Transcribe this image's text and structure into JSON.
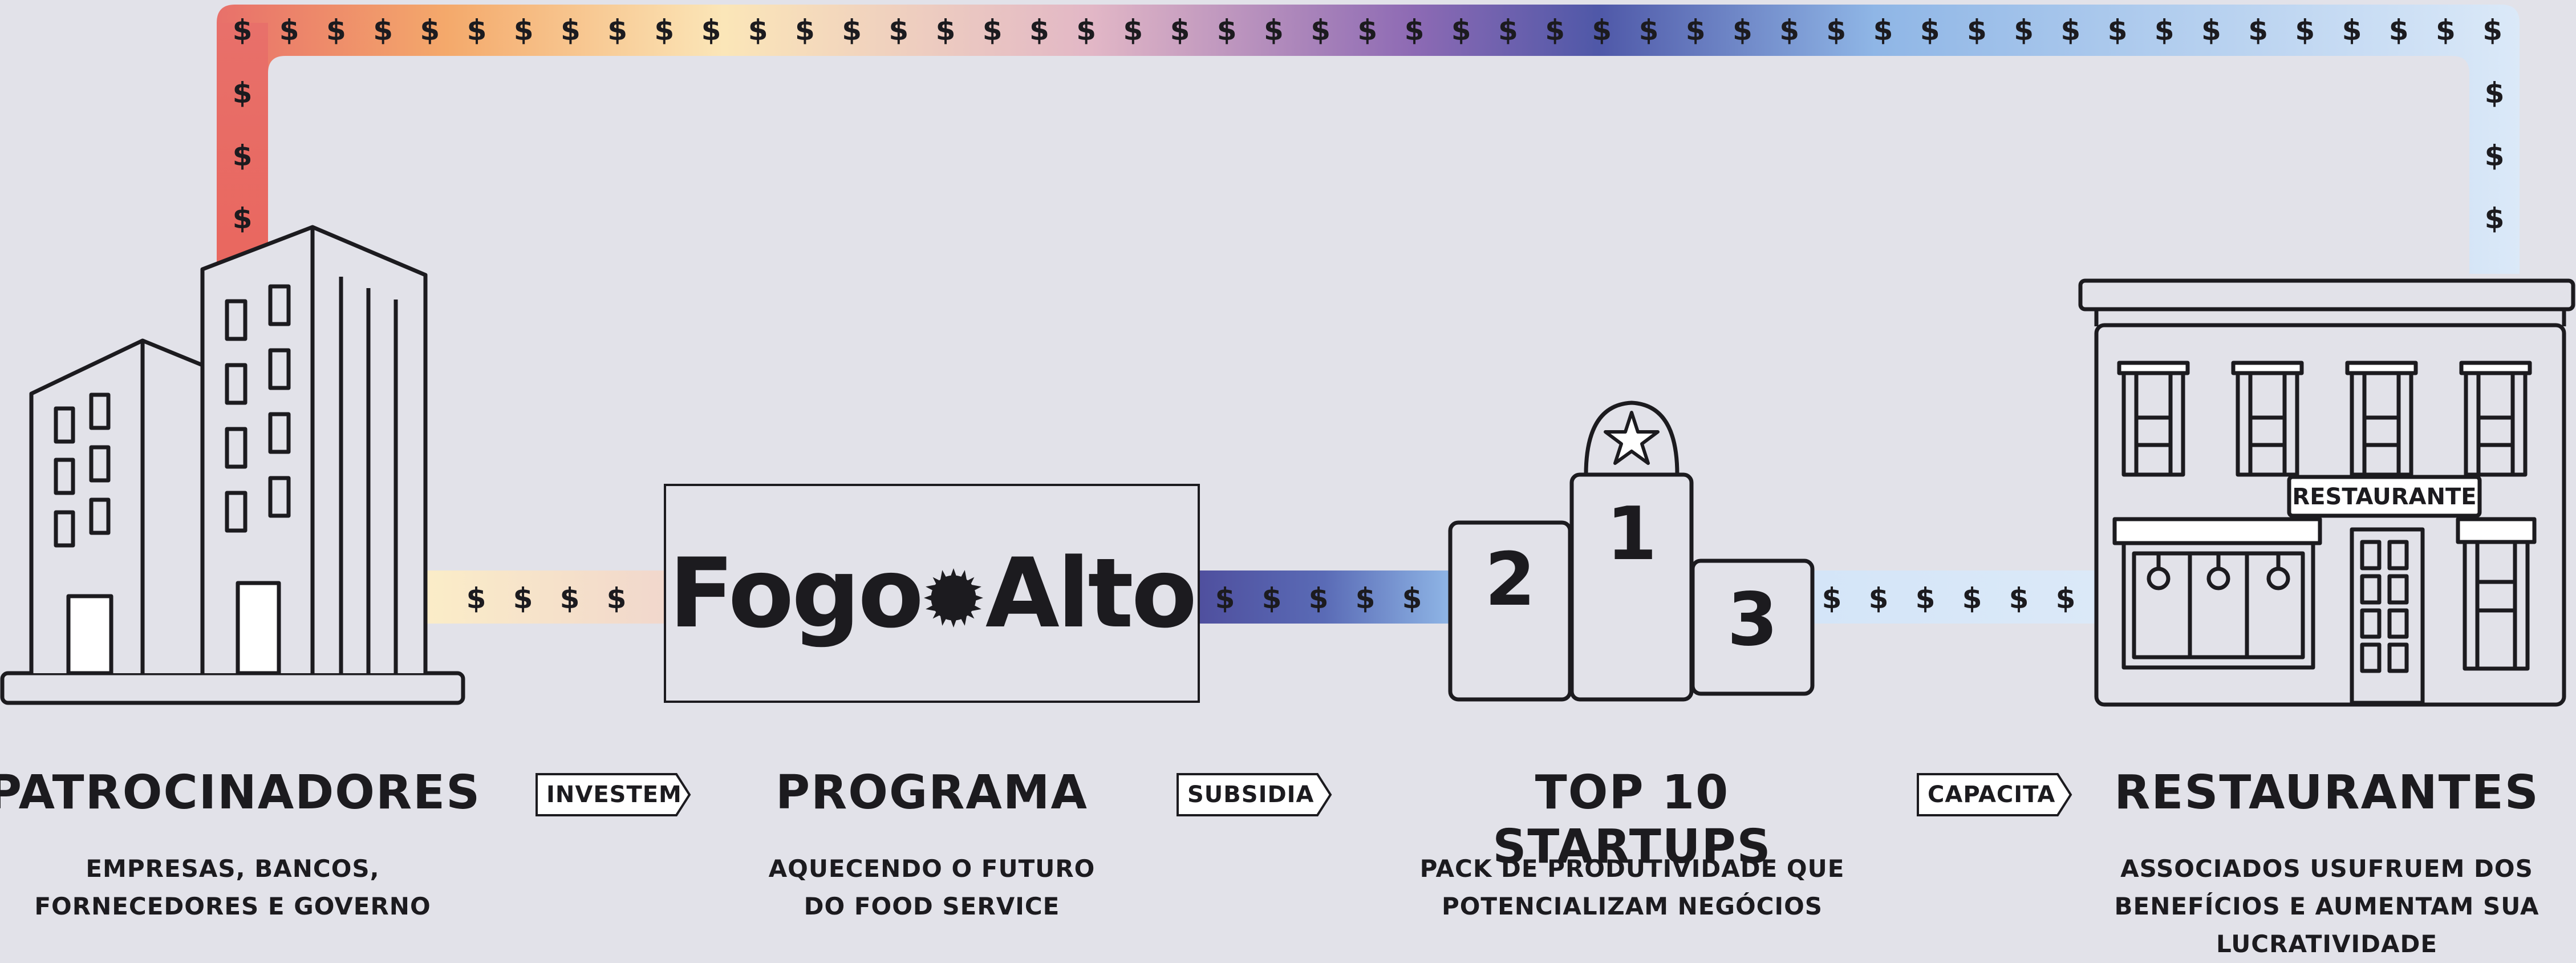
{
  "currency_symbol": "$",
  "colors": {
    "background": "#e2e2e9",
    "ink": "#1c1b1f",
    "flow_gradient": [
      "#e8706a",
      "#f4a96b",
      "#fbe6b8",
      "#d6a5c4",
      "#7b5fb0",
      "#4f58a8",
      "#8fb6e6",
      "#d5e6f8"
    ]
  },
  "logo": {
    "prefix": "Fogo",
    "suffix": "Alto"
  },
  "stages": [
    {
      "title": "PATROCINADORES",
      "description": [
        "EMPRESAS, BANCOS,",
        "FORNECEDORES E GOVERNO"
      ],
      "icon": "office-buildings-icon"
    },
    {
      "title": "PROGRAMA",
      "description": [
        "AQUECENDO O FUTURO",
        "DO FOOD SERVICE"
      ],
      "icon": "fogoalto-logo"
    },
    {
      "title": "TOP 10 STARTUPS",
      "description": [
        "PACK DE PRODUTIVIDADE QUE",
        "POTENCIALIZAM  NEGÓCIOS"
      ],
      "icon": "podium-icon",
      "podium": {
        "left": "2",
        "center": "1",
        "right": "3"
      }
    },
    {
      "title": "RESTAURANTES",
      "description": [
        "ASSOCIADOS USUFRUEM DOS",
        "BENEFÍCIOS E AUMENTAM SUA",
        "LUCRATIVIDADE"
      ],
      "icon": "restaurant-building-icon",
      "sign": "RESTAURANTE"
    }
  ],
  "connectors": [
    {
      "label": "INVESTEM"
    },
    {
      "label": "SUBSIDIA"
    },
    {
      "label": "CAPACITA"
    }
  ]
}
